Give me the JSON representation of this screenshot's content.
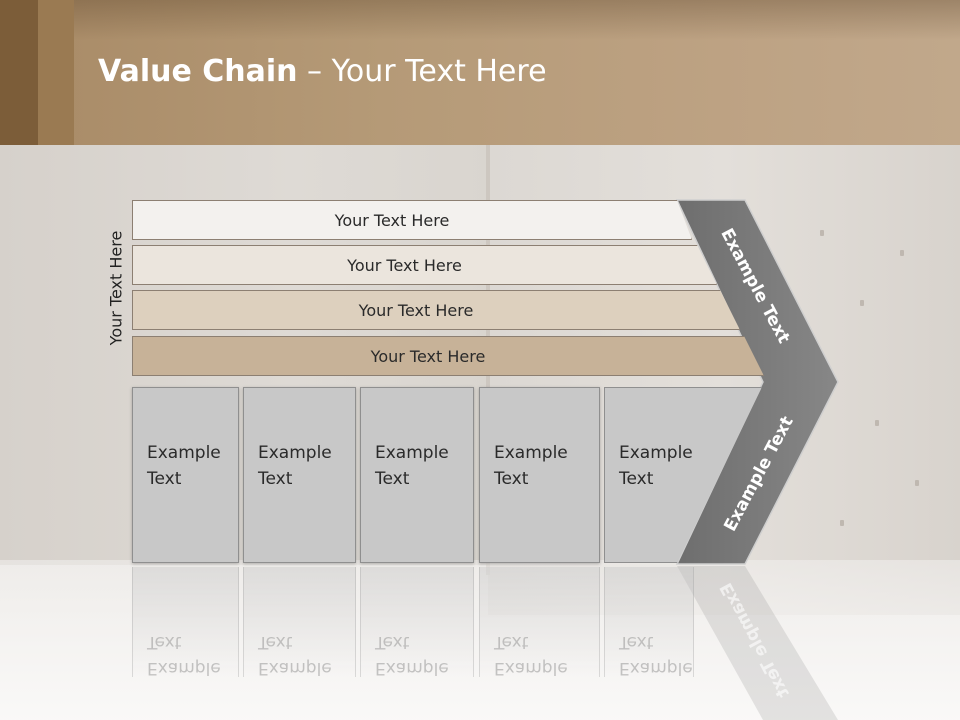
{
  "slide": {
    "title_bold": "Value Chain",
    "title_rest": " – Your Text Here",
    "side_label": "Your Text Here",
    "bands": [
      {
        "label": "Your Text Here",
        "color": "#f3f1ee"
      },
      {
        "label": "Your Text Here",
        "color": "#ebe5dd"
      },
      {
        "label": "Your Text Here",
        "color": "#ddd0be"
      },
      {
        "label": "Your Text Here",
        "color": "#c7b298"
      }
    ],
    "boxes": [
      {
        "line1": "Example",
        "line2": "Text"
      },
      {
        "line1": "Example",
        "line2": "Text"
      },
      {
        "line1": "Example",
        "line2": "Text"
      },
      {
        "line1": "Example",
        "line2": "Text"
      },
      {
        "line1": "Example",
        "line2": "Text"
      }
    ],
    "arrow_upper_text": "Example Text",
    "arrow_lower_text": "Example Text",
    "colors": {
      "header": "#b59a77",
      "arrow": "#7a7a7a",
      "box": "#c8c8c8"
    }
  }
}
